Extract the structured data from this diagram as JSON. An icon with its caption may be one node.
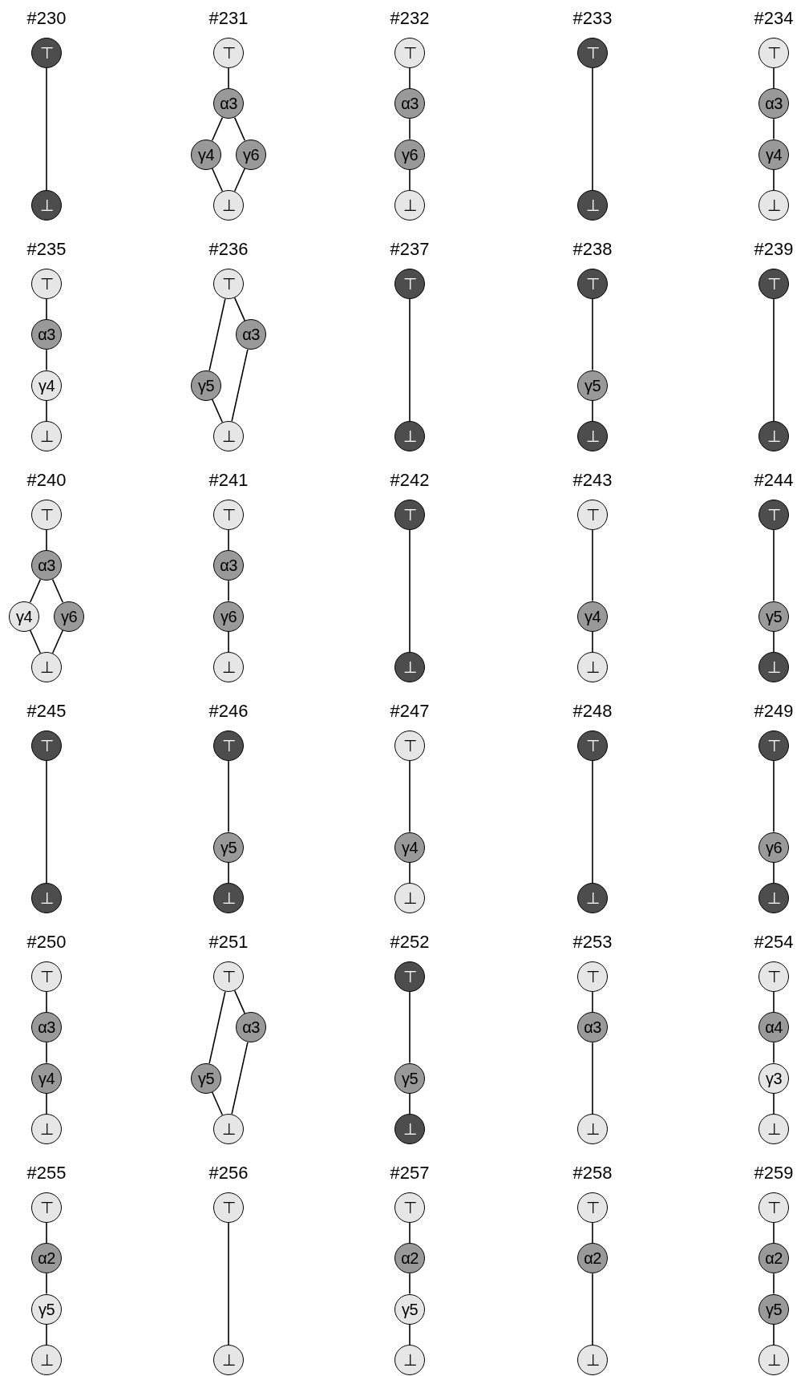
{
  "diagram": {
    "nodes": [
      {
        "text": [
          "⊤"
        ]
      },
      {
        "text": [
          "⊥"
        ]
      },
      {
        "text": [
          "⊤"
        ]
      },
      {
        "text": [
          "α3"
        ]
      },
      {
        "text": [
          "γ4"
        ]
      },
      {
        "text": [
          "γ6"
        ]
      },
      {
        "text": [
          "⊥"
        ]
      },
      {
        "text": [
          "⊤"
        ]
      },
      {
        "text": [
          "α3"
        ]
      },
      {
        "text": [
          "γ6"
        ]
      },
      {
        "text": [
          "⊥"
        ]
      },
      {
        "text": [
          "⊤"
        ]
      },
      {
        "text": [
          "⊥"
        ]
      },
      {
        "text": [
          "⊤"
        ]
      },
      {
        "text": [
          "α3"
        ]
      },
      {
        "text": [
          "γ4"
        ]
      },
      {
        "text": [
          "⊥"
        ]
      },
      {
        "text": [
          "⊤"
        ]
      },
      {
        "text": [
          "α3"
        ]
      },
      {
        "text": [
          "γ4"
        ]
      },
      {
        "text": [
          "⊥"
        ]
      },
      {
        "text": [
          "⊤"
        ]
      },
      {
        "text": [
          "α3"
        ]
      },
      {
        "text": [
          "γ5"
        ]
      },
      {
        "text": [
          "⊥"
        ]
      },
      {
        "text": [
          "⊤"
        ]
      },
      {
        "text": [
          "⊥"
        ]
      },
      {
        "text": [
          "⊤"
        ]
      },
      {
        "text": [
          "γ5"
        ]
      },
      {
        "text": [
          "⊥"
        ]
      },
      {
        "text": [
          "⊤"
        ]
      },
      {
        "text": [
          "⊥"
        ]
      },
      {
        "text": [
          "⊤"
        ]
      },
      {
        "text": [
          "α3"
        ]
      },
      {
        "text": [
          "γ4"
        ]
      },
      {
        "text": [
          "γ6"
        ]
      },
      {
        "text": [
          "⊥"
        ]
      },
      {
        "text": [
          "⊤"
        ]
      },
      {
        "text": [
          "α3"
        ]
      },
      {
        "text": [
          "γ6"
        ]
      },
      {
        "text": [
          "⊥"
        ]
      },
      {
        "text": [
          "⊤"
        ]
      },
      {
        "text": [
          "⊥"
        ]
      },
      {
        "text": [
          "⊤"
        ]
      },
      {
        "text": [
          "γ4"
        ]
      },
      {
        "text": [
          "⊥"
        ]
      },
      {
        "text": [
          "⊤"
        ]
      },
      {
        "text": [
          "γ5"
        ]
      },
      {
        "text": [
          "⊥"
        ]
      },
      {
        "text": [
          "⊤"
        ]
      },
      {
        "text": [
          "⊥"
        ]
      },
      {
        "text": [
          "⊤"
        ]
      },
      {
        "text": [
          "γ5"
        ]
      },
      {
        "text": [
          "⊥"
        ]
      },
      {
        "text": [
          "⊤"
        ]
      },
      {
        "text": [
          "γ4"
        ]
      },
      {
        "text": [
          "⊥"
        ]
      },
      {
        "text": [
          "⊤"
        ]
      },
      {
        "text": [
          "⊥"
        ]
      },
      {
        "text": [
          "⊤"
        ]
      },
      {
        "text": [
          "γ6"
        ]
      },
      {
        "text": [
          "⊥"
        ]
      },
      {
        "text": [
          "⊤"
        ]
      },
      {
        "text": [
          "α3"
        ]
      },
      {
        "text": [
          "γ4"
        ]
      },
      {
        "text": [
          "⊥"
        ]
      },
      {
        "text": [
          "⊤"
        ]
      },
      {
        "text": [
          "α3"
        ]
      },
      {
        "text": [
          "γ5"
        ]
      },
      {
        "text": [
          "⊥"
        ]
      },
      {
        "text": [
          "⊤"
        ]
      },
      {
        "text": [
          "γ5"
        ]
      },
      {
        "text": [
          "⊥"
        ]
      },
      {
        "text": [
          "⊤"
        ]
      },
      {
        "text": [
          "α3"
        ]
      },
      {
        "text": [
          "⊥"
        ]
      },
      {
        "text": [
          "⊤"
        ]
      },
      {
        "text": [
          "α4"
        ]
      },
      {
        "text": [
          "γ3"
        ]
      },
      {
        "text": [
          "⊥"
        ]
      },
      {
        "text": [
          "⊤"
        ]
      },
      {
        "text": [
          "α2"
        ]
      },
      {
        "text": [
          "γ5"
        ]
      },
      {
        "text": [
          "⊥"
        ]
      },
      {
        "text": [
          "⊤"
        ]
      },
      {
        "text": [
          "⊥"
        ]
      },
      {
        "text": [
          "⊤"
        ]
      },
      {
        "text": [
          "α2"
        ]
      },
      {
        "text": [
          "γ5"
        ]
      },
      {
        "text": [
          "⊥"
        ]
      },
      {
        "text": [
          "⊤"
        ]
      },
      {
        "text": [
          "α2"
        ]
      },
      {
        "text": [
          "⊥"
        ]
      },
      {
        "text": [
          "⊤"
        ]
      },
      {
        "text": [
          "α2"
        ]
      },
      {
        "text": [
          "γ5"
        ]
      },
      {
        "text": [
          "⊥"
        ]
      }
    ],
    "edges": [
      {
        "from": 0,
        "to": 1,
        "arrow": "none"
      },
      {
        "from": 2,
        "to": 3,
        "arrow": "none"
      },
      {
        "from": 3,
        "to": 4,
        "arrow": "none"
      },
      {
        "from": 3,
        "to": 5,
        "arrow": "none"
      },
      {
        "from": 4,
        "to": 6,
        "arrow": "none"
      },
      {
        "from": 5,
        "to": 6,
        "arrow": "none"
      },
      {
        "from": 7,
        "to": 8,
        "arrow": "none"
      },
      {
        "from": 8,
        "to": 9,
        "arrow": "none"
      },
      {
        "from": 9,
        "to": 10,
        "arrow": "none"
      },
      {
        "from": 11,
        "to": 12,
        "arrow": "none"
      },
      {
        "from": 13,
        "to": 14,
        "arrow": "none"
      },
      {
        "from": 14,
        "to": 15,
        "arrow": "none"
      },
      {
        "from": 15,
        "to": 16,
        "arrow": "none"
      },
      {
        "from": 17,
        "to": 18,
        "arrow": "none"
      },
      {
        "from": 18,
        "to": 19,
        "arrow": "none"
      },
      {
        "from": 19,
        "to": 20,
        "arrow": "none"
      },
      {
        "from": 21,
        "to": 22,
        "arrow": "none"
      },
      {
        "from": 21,
        "to": 23,
        "arrow": "none"
      },
      {
        "from": 22,
        "to": 24,
        "arrow": "none"
      },
      {
        "from": 23,
        "to": 24,
        "arrow": "none"
      },
      {
        "from": 25,
        "to": 26,
        "arrow": "none"
      },
      {
        "from": 27,
        "to": 28,
        "arrow": "none"
      },
      {
        "from": 28,
        "to": 29,
        "arrow": "none"
      },
      {
        "from": 30,
        "to": 31,
        "arrow": "none"
      },
      {
        "from": 32,
        "to": 33,
        "arrow": "none"
      },
      {
        "from": 33,
        "to": 34,
        "arrow": "none"
      },
      {
        "from": 33,
        "to": 35,
        "arrow": "none"
      },
      {
        "from": 34,
        "to": 36,
        "arrow": "none"
      },
      {
        "from": 35,
        "to": 36,
        "arrow": "none"
      },
      {
        "from": 37,
        "to": 38,
        "arrow": "none"
      },
      {
        "from": 38,
        "to": 39,
        "arrow": "none"
      },
      {
        "from": 39,
        "to": 40,
        "arrow": "none"
      },
      {
        "from": 41,
        "to": 42,
        "arrow": "none"
      },
      {
        "from": 43,
        "to": 44,
        "arrow": "none"
      },
      {
        "from": 44,
        "to": 45,
        "arrow": "none"
      },
      {
        "from": 46,
        "to": 47,
        "arrow": "none"
      },
      {
        "from": 47,
        "to": 48,
        "arrow": "none"
      },
      {
        "from": 49,
        "to": 50,
        "arrow": "none"
      },
      {
        "from": 51,
        "to": 52,
        "arrow": "none"
      },
      {
        "from": 52,
        "to": 53,
        "arrow": "none"
      },
      {
        "from": 54,
        "to": 55,
        "arrow": "none"
      },
      {
        "from": 55,
        "to": 56,
        "arrow": "none"
      },
      {
        "from": 57,
        "to": 58,
        "arrow": "none"
      },
      {
        "from": 59,
        "to": 60,
        "arrow": "none"
      },
      {
        "from": 60,
        "to": 61,
        "arrow": "none"
      },
      {
        "from": 62,
        "to": 63,
        "arrow": "none"
      },
      {
        "from": 63,
        "to": 64,
        "arrow": "none"
      },
      {
        "from": 64,
        "to": 65,
        "arrow": "none"
      },
      {
        "from": 66,
        "to": 67,
        "arrow": "none"
      },
      {
        "from": 66,
        "to": 68,
        "arrow": "none"
      },
      {
        "from": 67,
        "to": 69,
        "arrow": "none"
      },
      {
        "from": 68,
        "to": 69,
        "arrow": "none"
      },
      {
        "from": 70,
        "to": 71,
        "arrow": "none"
      },
      {
        "from": 71,
        "to": 72,
        "arrow": "none"
      },
      {
        "from": 73,
        "to": 74,
        "arrow": "none"
      },
      {
        "from": 74,
        "to": 75,
        "arrow": "none"
      },
      {
        "from": 76,
        "to": 77,
        "arrow": "none"
      },
      {
        "from": 77,
        "to": 78,
        "arrow": "none"
      },
      {
        "from": 78,
        "to": 79,
        "arrow": "none"
      },
      {
        "from": 80,
        "to": 81,
        "arrow": "none"
      },
      {
        "from": 81,
        "to": 82,
        "arrow": "none"
      },
      {
        "from": 82,
        "to": 83,
        "arrow": "none"
      },
      {
        "from": 84,
        "to": 85,
        "arrow": "none"
      },
      {
        "from": 86,
        "to": 87,
        "arrow": "none"
      },
      {
        "from": 87,
        "to": 88,
        "arrow": "none"
      },
      {
        "from": 88,
        "to": 89,
        "arrow": "none"
      },
      {
        "from": 90,
        "to": 91,
        "arrow": "none"
      },
      {
        "from": 91,
        "to": 92,
        "arrow": "none"
      },
      {
        "from": 93,
        "to": 94,
        "arrow": "none"
      },
      {
        "from": 94,
        "to": 95,
        "arrow": "none"
      },
      {
        "from": 95,
        "to": 96,
        "arrow": "none"
      }
    ],
    "labels": [
      "#230",
      "#231",
      "#232",
      "#233",
      "#234",
      "#235",
      "#236",
      "#237",
      "#238",
      "#239",
      "#240",
      "#241",
      "#242",
      "#243",
      "#244",
      "#245",
      "#246",
      "#247",
      "#248",
      "#249",
      "#250",
      "#251",
      "#252",
      "#253",
      "#254",
      "#255",
      "#256",
      "#257",
      "#258",
      "#259"
    ]
  }
}
